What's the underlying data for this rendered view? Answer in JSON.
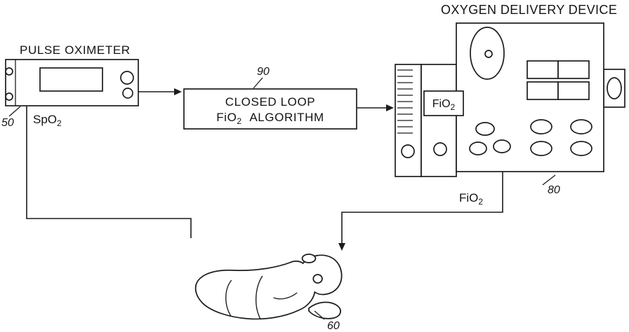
{
  "texts": {
    "title": "OXYGEN DELIVERY DEVICE",
    "pulse_oximeter": "PULSE OXIMETER",
    "ref50": "50",
    "spo2_main": "SpO",
    "spo2_sub": "2",
    "ref90": "90",
    "algo_line1": "CLOSED LOOP",
    "algo_fio": "FiO",
    "algo_sub": "2",
    "algo_rest": "  ALGORITHM",
    "fio2_setting_main": "FiO",
    "fio2_setting_sub": "2",
    "ref80": "80",
    "fio2_signal_main": "FiO",
    "fio2_signal_sub": "2",
    "ref60": "60"
  },
  "colors": {
    "ink": "#1c1c1c",
    "background": "#ffffff"
  }
}
